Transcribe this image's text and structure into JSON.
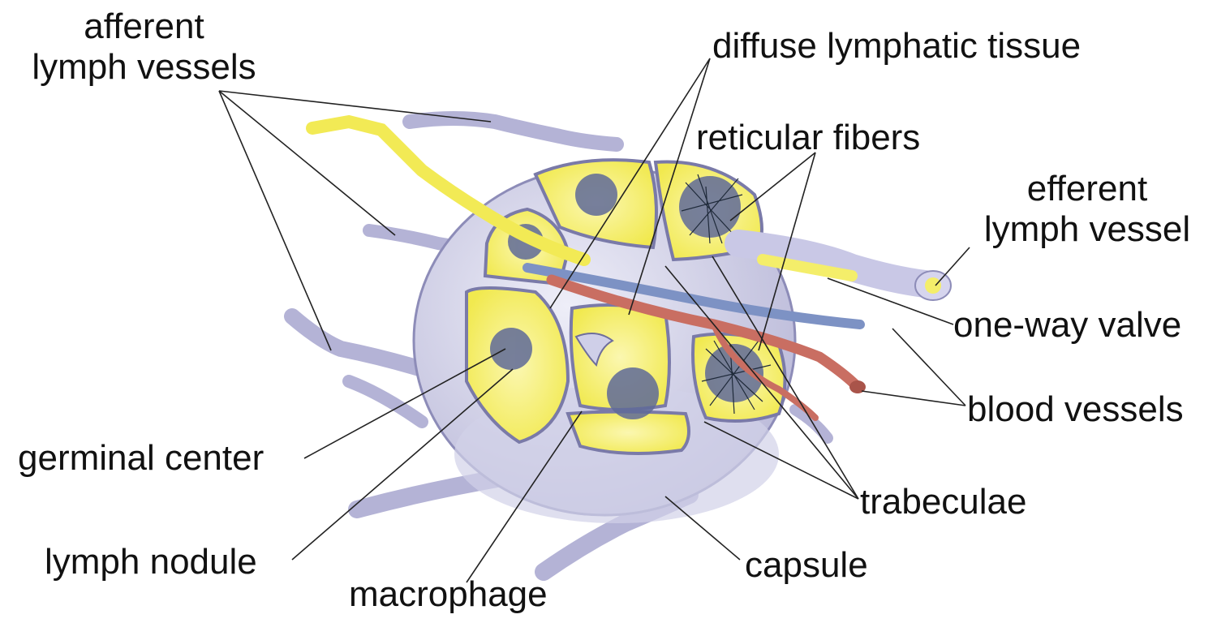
{
  "labels": {
    "afferent_line1": "afferent",
    "afferent_line2": "lymph vessels",
    "diffuse": "diffuse lymphatic tissue",
    "reticular": "reticular fibers",
    "efferent_line1": "efferent",
    "efferent_line2": "lymph vessel",
    "valve": "one-way valve",
    "blood": "blood vessels",
    "germinal": "germinal center",
    "trabeculae": "trabeculae",
    "nodule": "lymph nodule",
    "capsule": "capsule",
    "macrophage": "macrophage"
  },
  "colors": {
    "capsule": "#d9d9ec",
    "capsule_edge": "#8d8cb8",
    "lymph_yellow": "#f4ee6a",
    "nodule": "#5f6a98",
    "artery": "#c96e62",
    "vein": "#7d92c4",
    "leader": "#222222"
  }
}
